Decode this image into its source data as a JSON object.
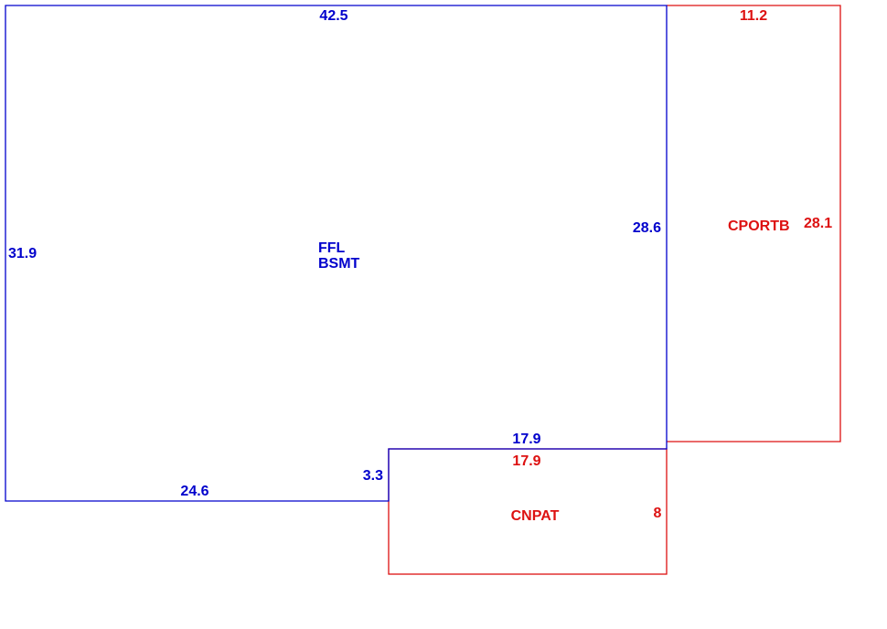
{
  "sketch": {
    "colors": {
      "main": "#0000cc",
      "addition": "#dd1111"
    },
    "main_area": {
      "name_line1": "FFL",
      "name_line2": "BSMT",
      "dim_top": "42.5",
      "dim_left": "31.9",
      "dim_right": "28.6",
      "dim_bottom": "24.6",
      "dim_notch_vertical": "3.3",
      "dim_notch_horizontal": "17.9"
    },
    "carport": {
      "name": "CPORTB",
      "dim_top": "11.2",
      "dim_right": "28.1"
    },
    "patio": {
      "name": "CNPAT",
      "dim_top": "17.9",
      "dim_right": "8"
    }
  }
}
